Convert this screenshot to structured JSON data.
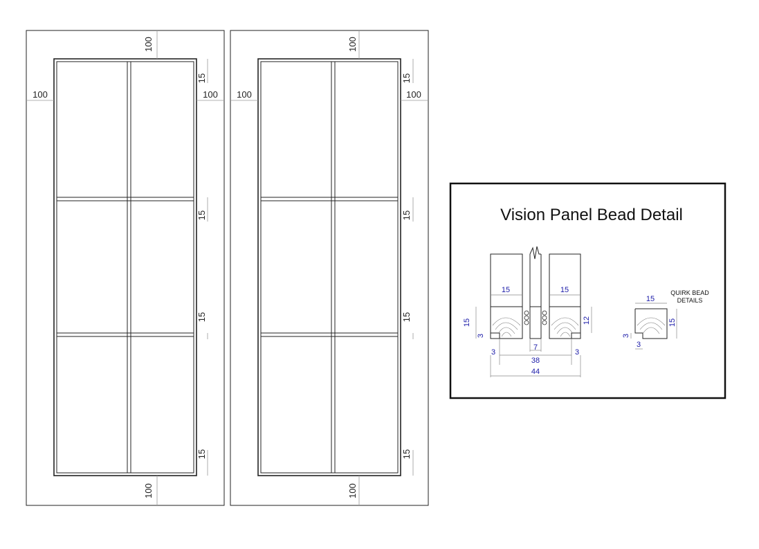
{
  "doors": [
    {
      "id": "door-left",
      "dims": {
        "top": "100",
        "left": "100",
        "right": "100",
        "bottom": "100",
        "bead_1": "15",
        "bead_2": "15",
        "bead_3": "15",
        "bead_4": "15"
      }
    },
    {
      "id": "door-right",
      "dims": {
        "top": "100",
        "left": "100",
        "right": "100",
        "bottom": "100",
        "bead_1": "15",
        "bead_2": "15",
        "bead_3": "15",
        "bead_4": "15"
      }
    }
  ],
  "detail": {
    "title": "Vision Panel Bead Detail",
    "quirk_label_line1": "QUIRK BEAD",
    "quirk_label_line2": "DETAILS",
    "dims": {
      "bead_width_left": "15",
      "bead_width_right": "15",
      "bead_height_left": "15",
      "bead_height_right": "12",
      "quirk_left": "3",
      "quirk_step_left": "3",
      "glass_gap": "7",
      "inner_width": "38",
      "quirk_step_right": "3",
      "overall_width": "44",
      "quirk_width": "15",
      "quirk_height": "15",
      "quirk_q_h": "3",
      "quirk_q_w": "3"
    }
  }
}
